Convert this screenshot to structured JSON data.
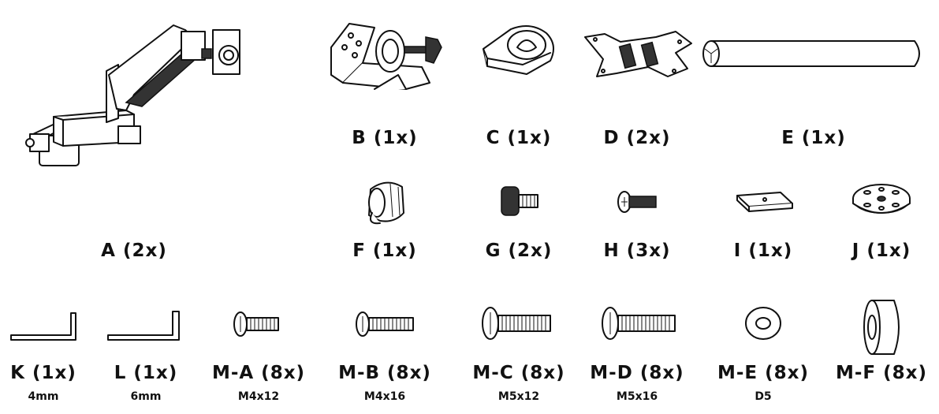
{
  "parts": {
    "a": {
      "label": "A (2x)"
    },
    "b": {
      "label": "B (1x)"
    },
    "c": {
      "label": "C (1x)"
    },
    "d": {
      "label": "D (2x)"
    },
    "e": {
      "label": "E (1x)"
    },
    "f": {
      "label": "F (1x)"
    },
    "g": {
      "label": "G (2x)"
    },
    "h": {
      "label": "H (3x)"
    },
    "i": {
      "label": "I (1x)"
    },
    "j": {
      "label": "J (1x)"
    },
    "k": {
      "label": "K (1x)",
      "spec": "4mm"
    },
    "l": {
      "label": "L (1x)",
      "spec": "6mm"
    },
    "ma": {
      "label": "M-A (8x)",
      "spec": "M4x12"
    },
    "mb": {
      "label": "M-B (8x)",
      "spec": "M4x16"
    },
    "mc": {
      "label": "M-C (8x)",
      "spec": "M5x12"
    },
    "md": {
      "label": "M-D (8x)",
      "spec": "M5x16"
    },
    "me": {
      "label": "M-E (8x)",
      "spec": "D5"
    },
    "mf": {
      "label": "M-F (8x)"
    }
  }
}
